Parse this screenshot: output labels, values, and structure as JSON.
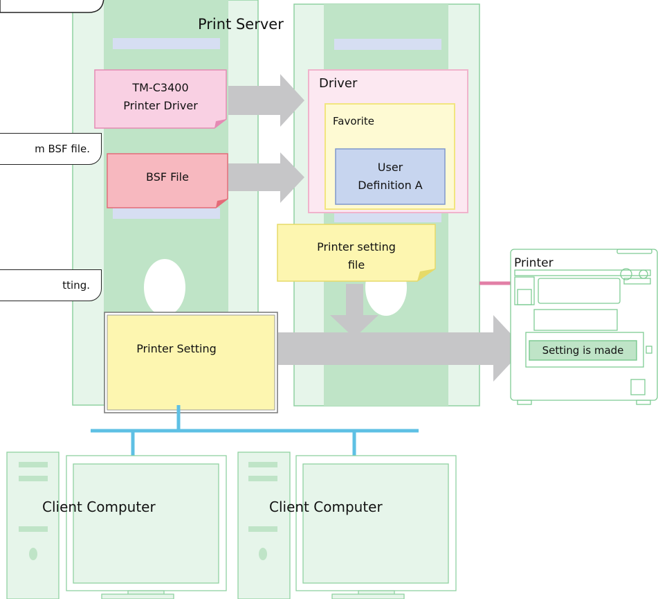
{
  "labels": {
    "print_server": "Print Server",
    "driver_box": "Driver",
    "favorite_box": "Favorite",
    "user_definition_line1": "User",
    "user_definition_line2": "Definition A",
    "printer_driver_line1": "TM-C3400",
    "printer_driver_line2": "Printer Driver",
    "bsf_file": "BSF File",
    "printer_setting_file_line1": "Printer setting",
    "printer_setting_file_line2": "file",
    "printer_setting": "Printer Setting",
    "printer": "Printer",
    "setting_made": "Setting is made",
    "client_computer_1": "Client Computer",
    "client_computer_2": "Client Computer"
  },
  "callouts": {
    "callout_top": "",
    "callout_bsf": "m BSF file.",
    "callout_setting": "tting."
  },
  "colors": {
    "tower_fill": "#e6f5ea",
    "tower_stroke": "#8fd1a1",
    "tower_band": "#bfe4c7",
    "slot": "#d6def2",
    "pink_note": "#f9d0e3",
    "pink_note_stroke": "#e58ab4",
    "red_note": "#f7b8bf",
    "red_note_stroke": "#e46a78",
    "yellow_note": "#fdf6b0",
    "yellow_note_stroke": "#e6da68",
    "driver_fill": "#fce8f1",
    "driver_stroke": "#f0b3cc",
    "favorite_fill": "#fefad3",
    "favorite_stroke": "#f2e57f",
    "userdef_fill": "#c7d5ef",
    "userdef_stroke": "#7f97cc",
    "arrow": "#c6c6c8",
    "network": "#5ec0e4",
    "pink_link": "#e27fa6",
    "printer_stroke": "#7ecb93",
    "setting_made_fill": "#bfe4c7"
  }
}
